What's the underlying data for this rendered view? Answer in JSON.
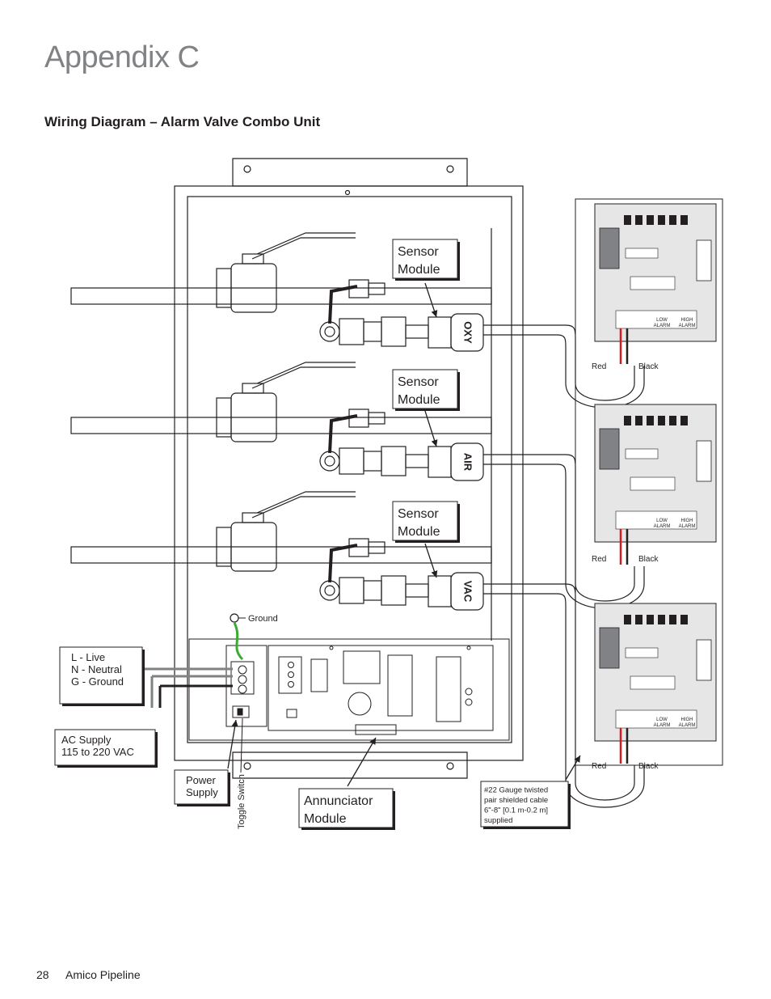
{
  "page": {
    "title": "Appendix C",
    "section_title": "Wiring Diagram – Alarm Valve Combo Unit",
    "page_number": "28",
    "brand": "Amico Pipeline"
  },
  "diagram": {
    "sensor_module_label_line1": "Sensor",
    "sensor_module_label_line2": "Module",
    "gas_labels": [
      "OXY",
      "AIR",
      "VAC"
    ],
    "ground_label": "Ground",
    "wiring_legend": [
      "L - Live",
      "N - Neutral",
      "G - Ground"
    ],
    "ac_supply_line1": "AC Supply",
    "ac_supply_line2": "115 to 220 VAC",
    "power_supply_line1": "Power",
    "power_supply_line2": "Supply",
    "toggle_switch": "Toggle Switch",
    "annunciator_line1": "Annunciator",
    "annunciator_line2": "Module",
    "cable_note_lines": [
      "#22 Gauge twisted",
      "pair shielded cable",
      "6\"-8\" [0.1 m-0.2 m]",
      "supplied"
    ],
    "wire_red": "Red",
    "wire_black": "Black",
    "pcb_low_alarm_line1": "LOW",
    "pcb_low_alarm_line2": "ALARM",
    "pcb_high_alarm_line1": "HIGH",
    "pcb_high_alarm_line2": "ALARM"
  },
  "colors": {
    "title_gray": "#808285",
    "line": "#231f20",
    "wire_red": "#d71920",
    "ground_green": "#3aa935",
    "pcb_fill": "#e6e6e6"
  }
}
